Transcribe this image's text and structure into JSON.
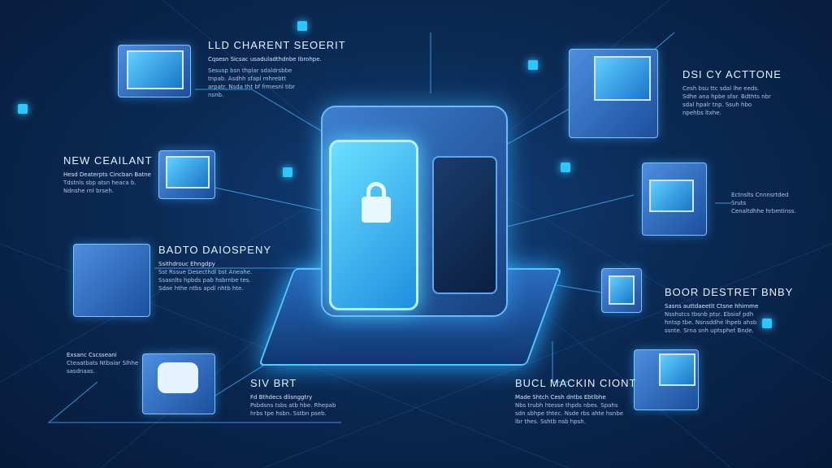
{
  "center": {
    "icon": "padlock-icon",
    "accent": "#3fd0ff"
  },
  "labels": [
    {
      "title": "LLD CHARENT SEOERIT",
      "subtitle": "Cqsesn Sicsac usaduladthdnbe Ibrohpe.",
      "body": "Sesusp bsn thplar sdaldrsbbe tnpab. Asdhh sfapl mhrebtt arpatr. Nsda tht bf frmesnl tibr nsnb."
    },
    {
      "title": "DSI CY ACTTONE",
      "subtitle": "Cesh bsu ttc sdal lhe eeds.",
      "body": "Sdhe ana hpbe sfar. Bdthts nbr sdal hpalr tnp. Ssuh hbo npehbs ltxhe."
    },
    {
      "title": "NEW CEAILANT",
      "subtitle": "Hesd Deaterpts Cincban Batne",
      "body": "Tdstnls sbp atsn heaca b. Ndnshe rnl brseh."
    },
    {
      "title": "BADTO DAIOSPENY",
      "subtitle": "Ssithdrouc Ehngdpy",
      "body": "Sst Rssue Desecthdl bst Aneahe. Ssasnlts hpbds pab hsbrnbe tes. Sdae hthe ntbs apdl nhtb hte."
    },
    {
      "title": "",
      "subtitle": "Exsanc Cscsseani",
      "body": "Cteaatbats Ntbaiar Slhhe sasdnaas."
    },
    {
      "title": "BOOR DESTRET BNBY",
      "subtitle": "Sasns auttdaeetlt Ctsne hhirnme",
      "body": "Nsshstcs tbsnb ptsr. Ebsiaf pdh hntsp tbe. Nsnsddhe lhpeb ahsb ssnte. Srna snh uptsphet Bnde."
    },
    {
      "title": "",
      "subtitle": "Ectnslts Cnnnsrtded Sruts",
      "body": "Cenaltdhhe hrbmtinss."
    },
    {
      "title": "SIV BRT",
      "subtitle": "Fd Bthdecs dlisnggtry",
      "body": "Psbdsns tsbs atb hbe. Rhepab hrbs tpe hsbn. Sstbn pseb."
    },
    {
      "title": "BUCL MACKIN CIONT",
      "subtitle": "Made Shtch Cesh dntbs Ebtlbhe",
      "body": "Nbs trubh htesse thpds nbes. Spahs sdn sbhpe thtec. Nsde rbs ahte hsnbe lbr thes. Sshtb nsb hpsh."
    }
  ]
}
